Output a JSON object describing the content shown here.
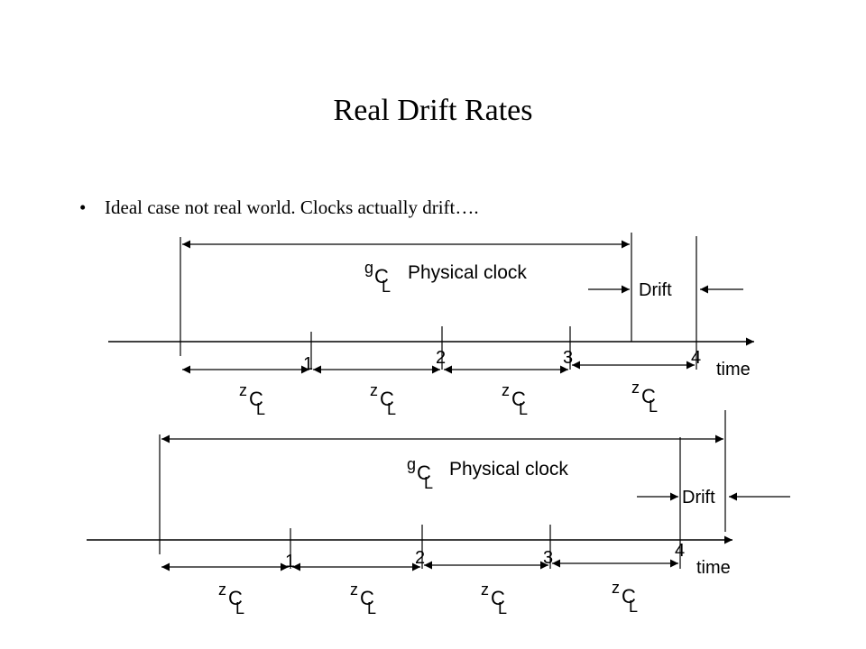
{
  "slide": {
    "title": "Real Drift Rates",
    "bullet": "Ideal case not real world.  Clocks actually drift…."
  },
  "diagram": {
    "tick_labels": [
      "1",
      "2",
      "3",
      "4"
    ],
    "axis_label": "time",
    "physical_clock_label": "Physical clock",
    "drift_label": "Drift",
    "physical_clock_symbol": {
      "sup": "g",
      "main": "C",
      "sub": "L"
    },
    "interval_symbol": {
      "sup": "z",
      "main": "C",
      "sub": "L"
    }
  }
}
